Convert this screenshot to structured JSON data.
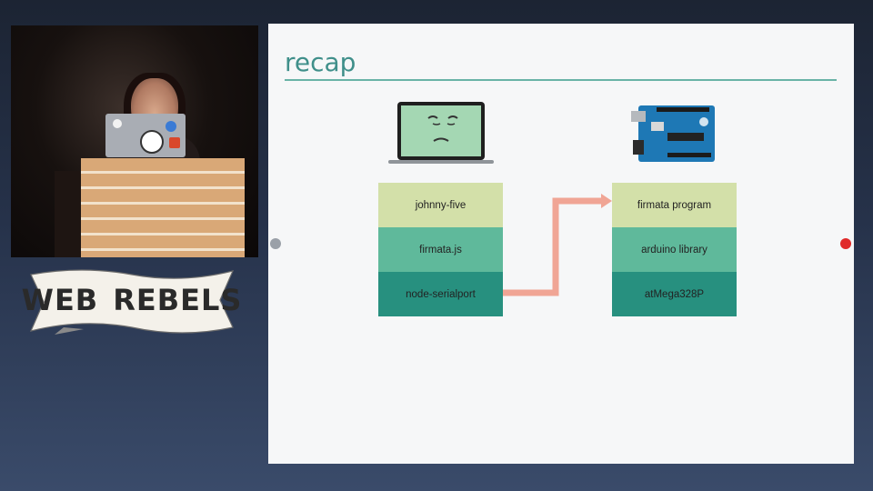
{
  "banner": {
    "word1": "WEB",
    "word2": "REBELS"
  },
  "slide": {
    "title": "recap",
    "left_stack": [
      "johnny-five",
      "firmata.js",
      "node-serialport"
    ],
    "right_stack": [
      "firmata program",
      "arduino library",
      "atMega328P"
    ],
    "colors": {
      "top": "#d3e0a9",
      "middle": "#5fb99b",
      "bottom": "#27907f",
      "arrow": "#f0a595",
      "accent": "#3f8f8a"
    }
  },
  "icons": {
    "laptop": "laptop-face-icon",
    "board": "arduino-board-icon",
    "prev": "prev-slide-icon",
    "next": "next-slide-icon"
  }
}
